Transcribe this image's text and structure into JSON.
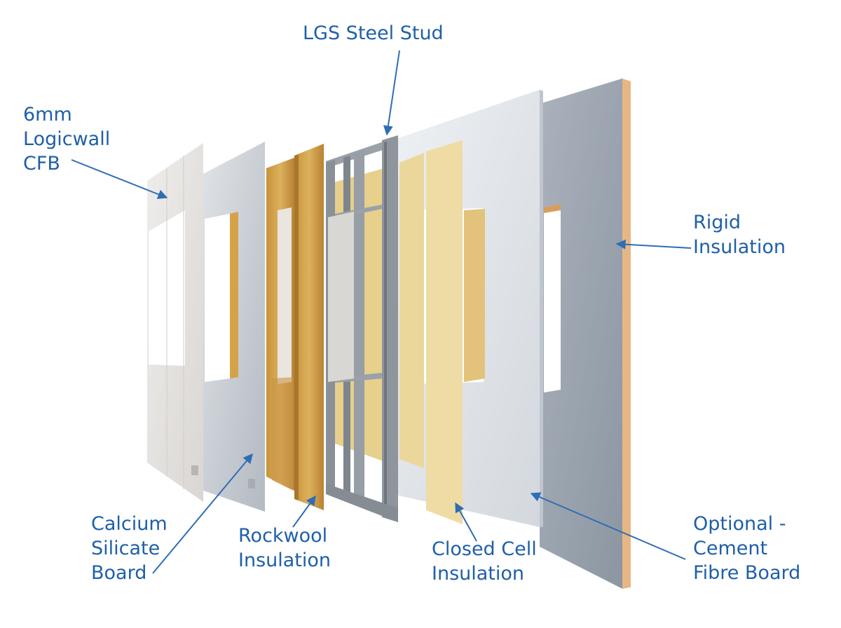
{
  "labels": {
    "lgs_steel_stud": "LGS Steel Stud",
    "logicwall_cfb": "6mm\nLogicwall\nCFB",
    "rigid_insulation": "Rigid\nInsulation",
    "calcium_silicate_board": "Calcium\nSilicate\nBoard",
    "rockwool_insulation": "Rockwool\nInsulation",
    "closed_cell_insulation": "Closed Cell\nInsulation",
    "optional_cement_fibre_board": "Optional -\nCement\nFibre Board"
  },
  "colors": {
    "label_text": "#1f5fa8",
    "arrow": "#2f6db5",
    "cfb_board": "#e6e4e2",
    "calcium_silicate_board": "#cdd1d6",
    "rockwool": "#d0a24a",
    "steel_stud": "#8f959c",
    "closed_cell": "#ecd79b",
    "cement_fibre_board": "#dde2e8",
    "rigid_insulation_face": "#9ba4ae",
    "rigid_insulation_edge": "#e6b785"
  }
}
